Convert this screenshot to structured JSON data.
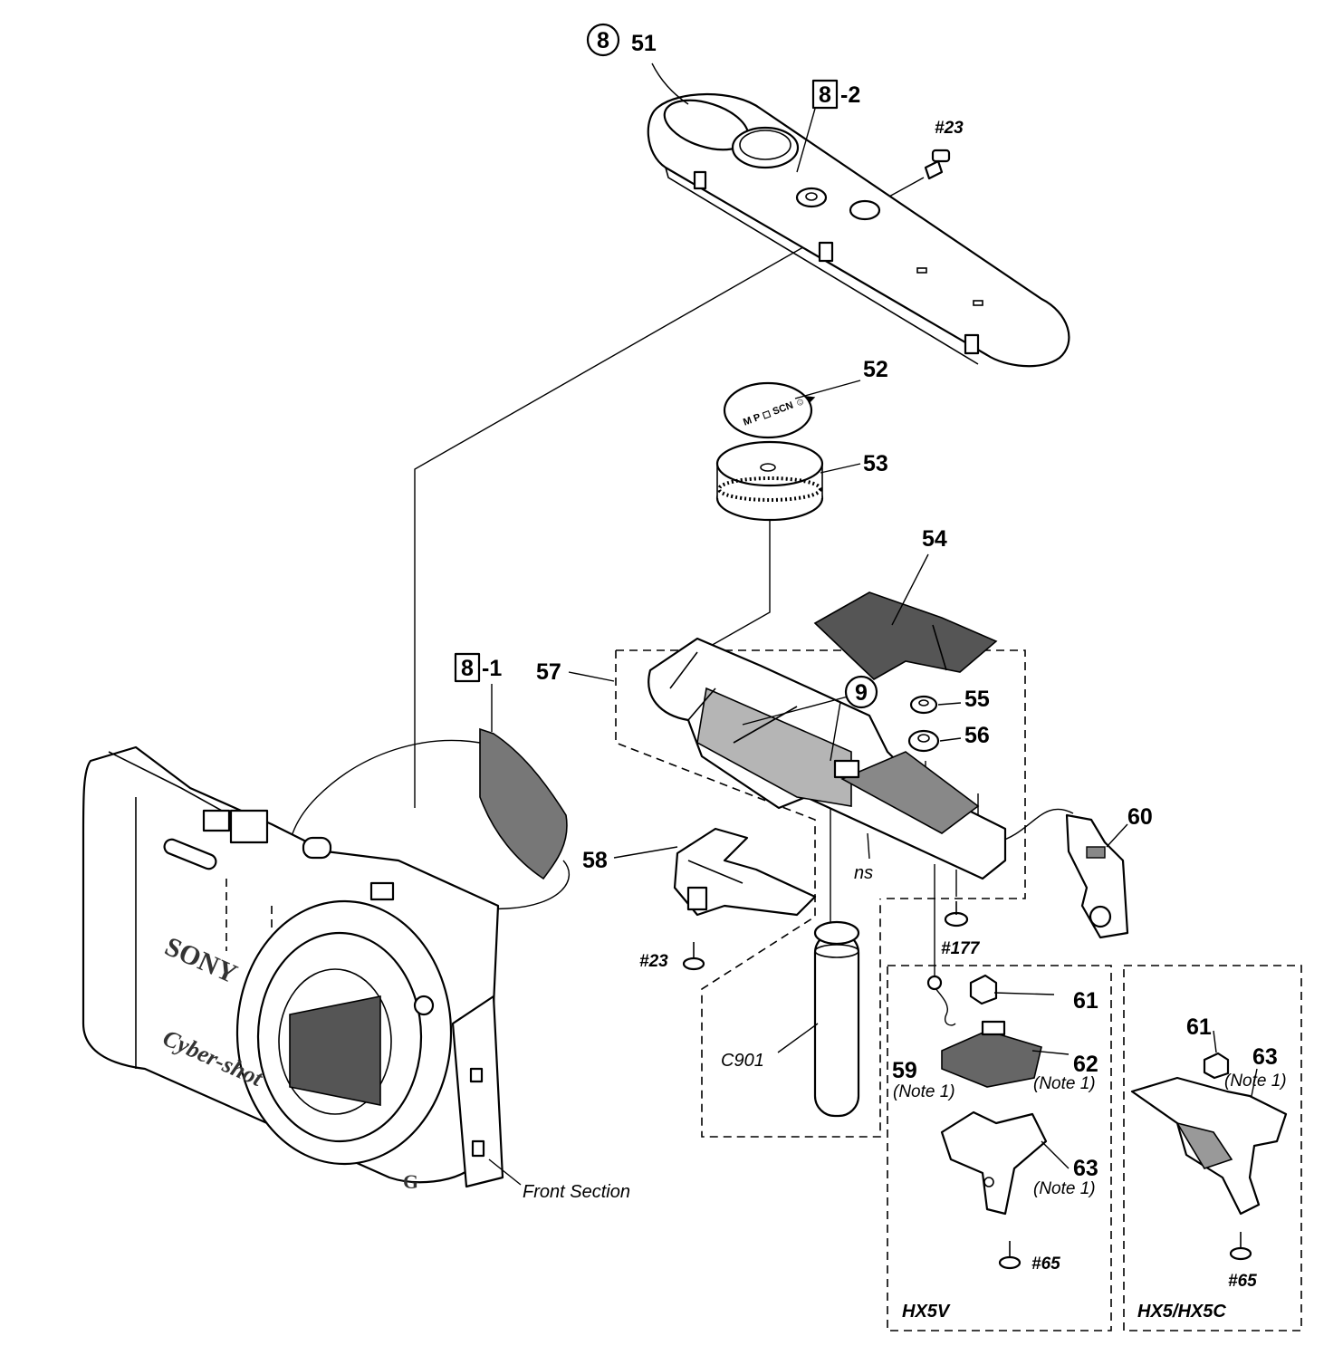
{
  "labels": {
    "n51": "51",
    "n52": "52",
    "n53": "53",
    "n54": "54",
    "n55": "55",
    "n56": "56",
    "n57": "57",
    "n58": "58",
    "n59": "59",
    "n60": "60",
    "n61a": "61",
    "n61b": "61",
    "n62": "62",
    "n63a": "63",
    "n63b": "63"
  },
  "refs": {
    "circle8": "8",
    "circle9": "9",
    "box8_2": "8",
    "box8_2_suffix": "-2",
    "box8_1": "8",
    "box8_1_suffix": "-1",
    "s23a": "#23",
    "s23b": "#23",
    "s177": "#177",
    "s65a": "#65",
    "s65b": "#65"
  },
  "notes": {
    "note59": "(Note 1)",
    "note62": "(Note 1)",
    "note63a": "(Note 1)",
    "note63b": "(Note 1)"
  },
  "text": {
    "ns": "ns",
    "c901": "C901",
    "front_section": "Front Section",
    "model_hx5v": "HX5V",
    "model_hx5": "HX5/HX5C"
  },
  "camera_text": {
    "brand": "SONY",
    "series": "Cyber-shot",
    "lens_logo": "G"
  }
}
